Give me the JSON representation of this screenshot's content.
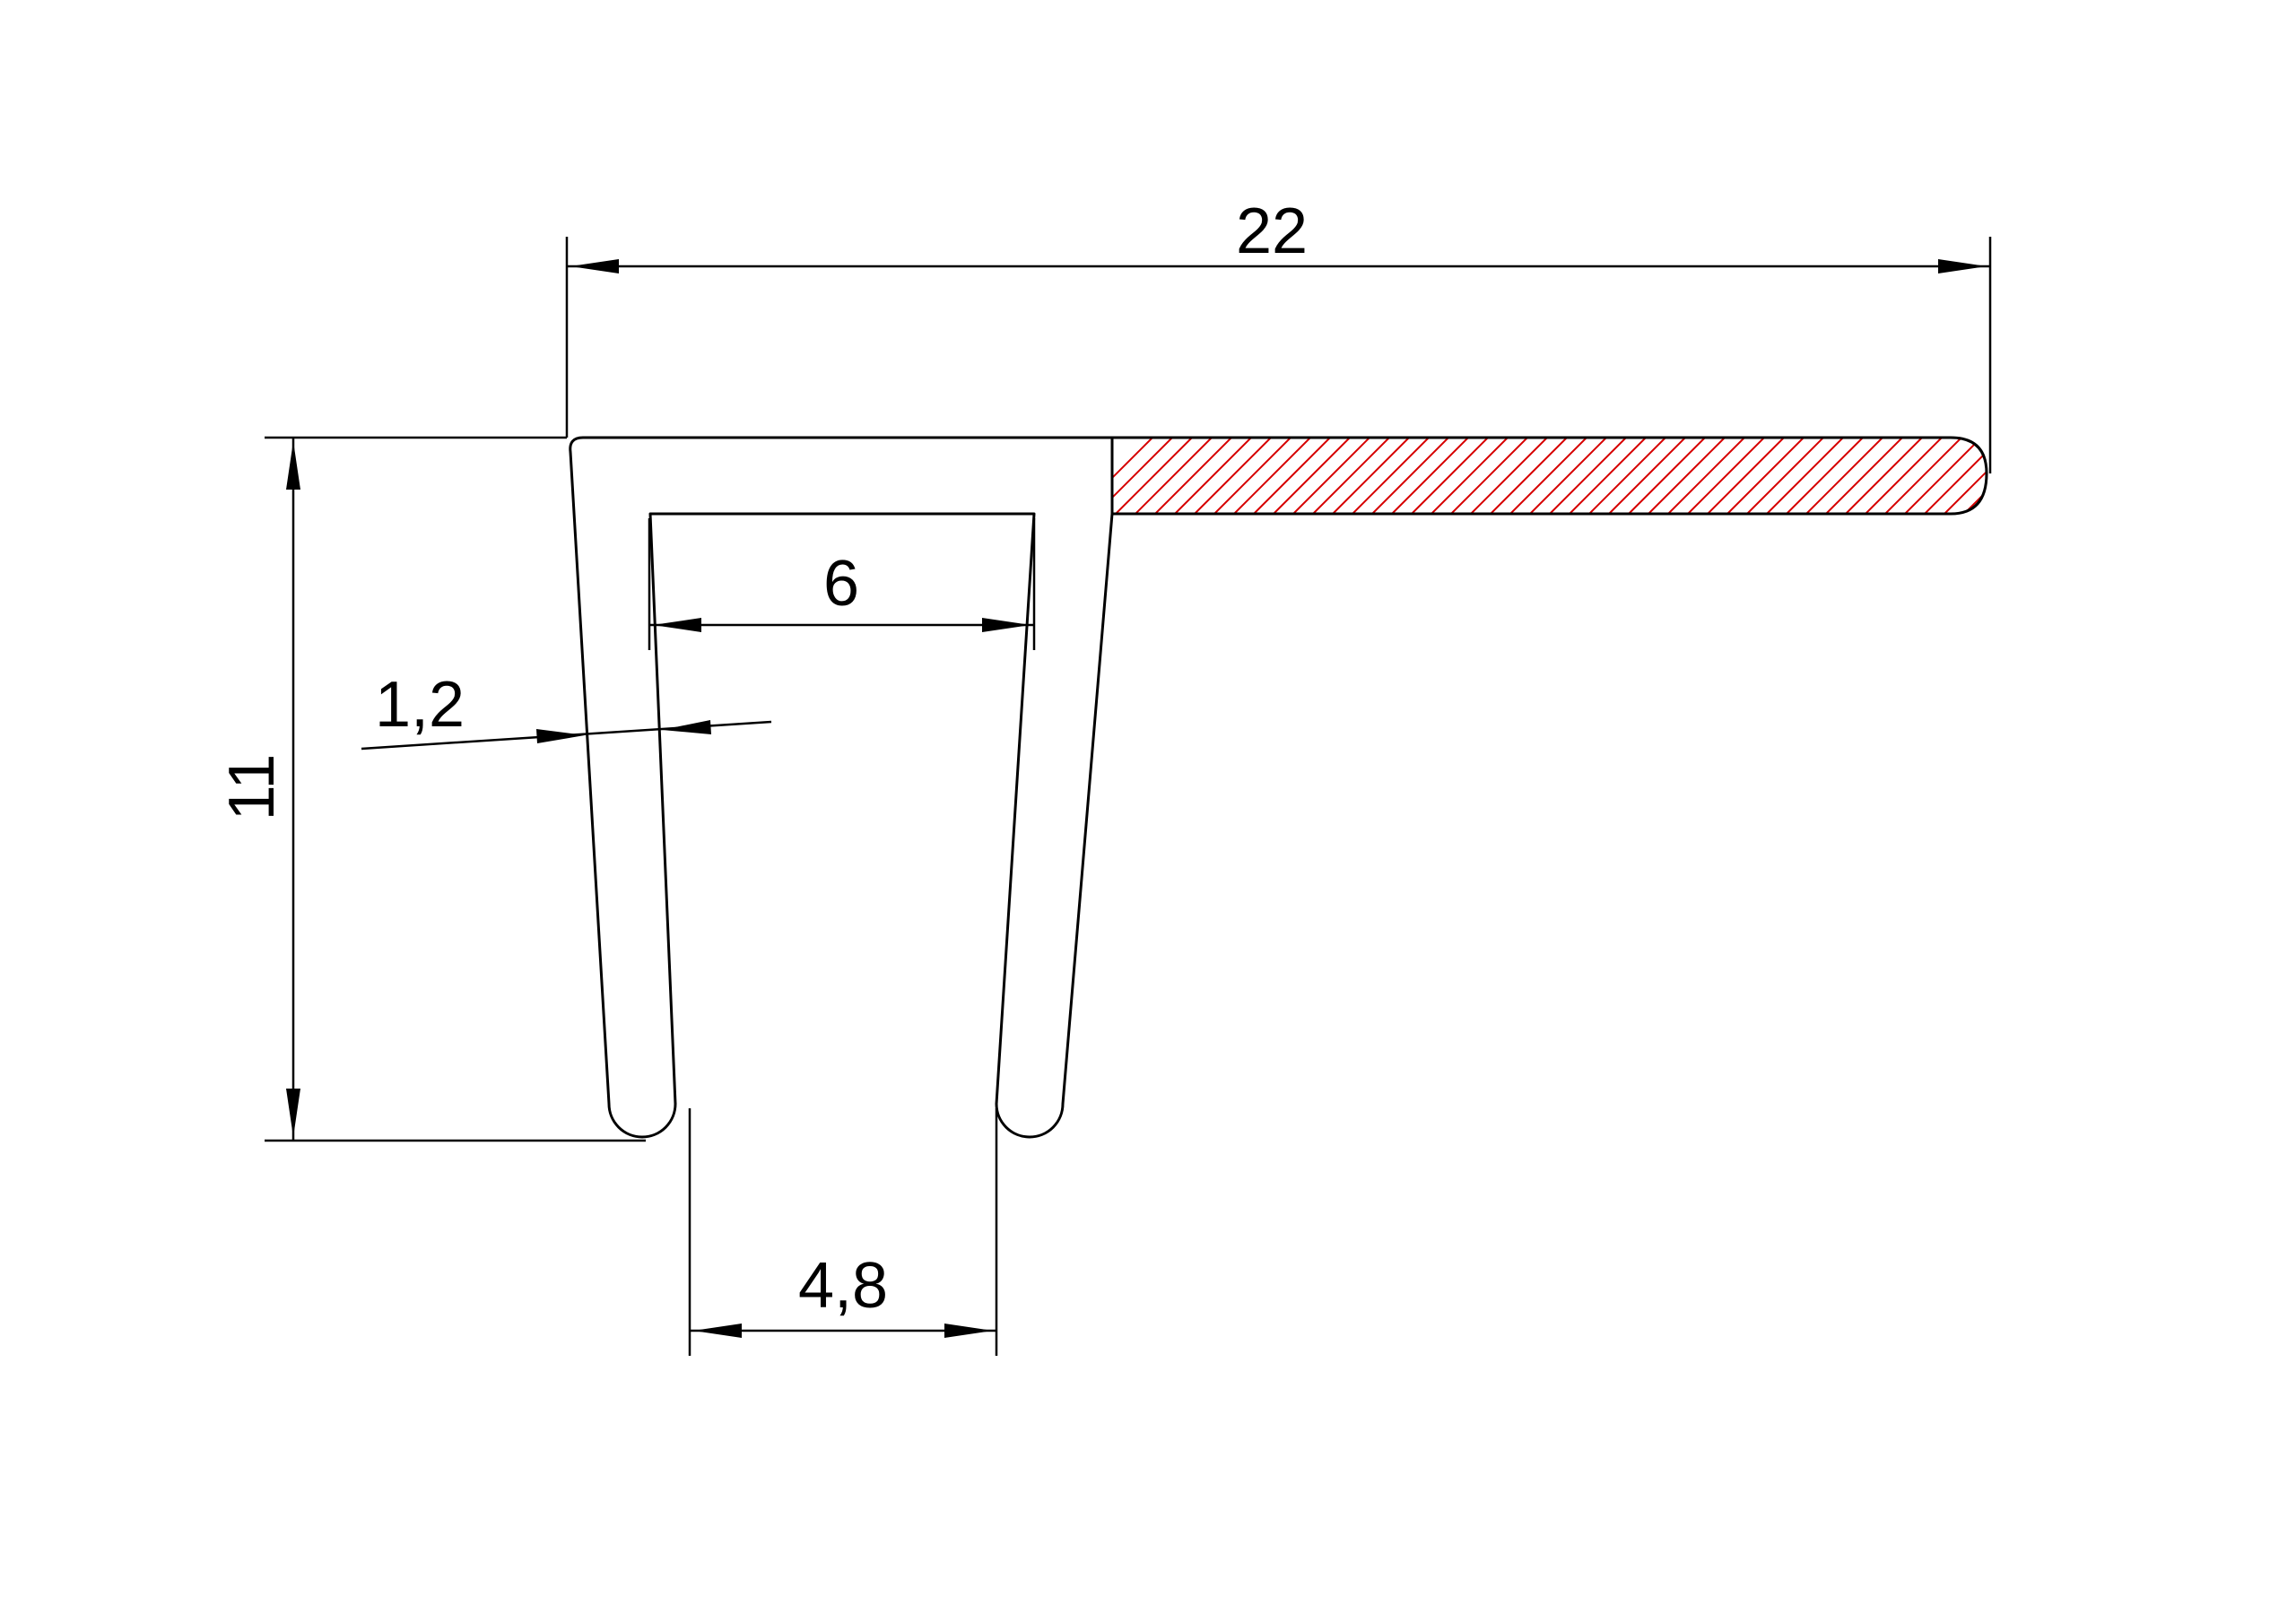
{
  "dimensions": {
    "total_width": "22",
    "height": "11",
    "inner_width": "6",
    "wall_thickness": "1,2",
    "opening_width": "4,8"
  },
  "colors": {
    "outline": "#000000",
    "hatch": "#d60000",
    "background": "#ffffff"
  }
}
